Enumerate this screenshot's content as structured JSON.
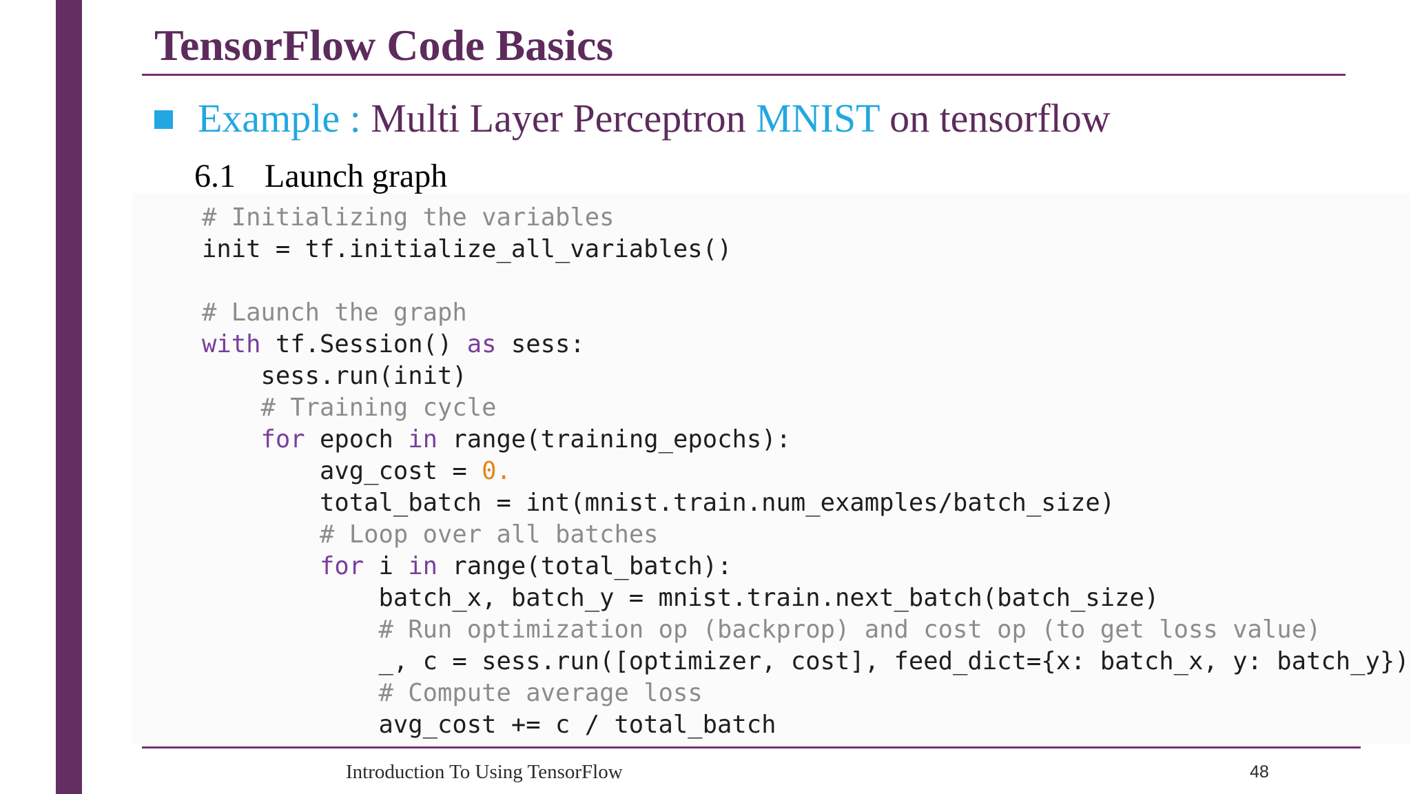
{
  "slide": {
    "title": "TensorFlow Code Basics",
    "bullet": {
      "prefix": "Example :",
      "text_1": " Multi Layer Perceptron ",
      "highlight": "MNIST",
      "text_2": " on tensorflow"
    },
    "section_number": "6.1",
    "section_title": "Launch graph",
    "footer_text": "Introduction To Using TensorFlow",
    "page_number": "48"
  },
  "code_lines": [
    [
      {
        "t": "# Initializing the variables",
        "c": "cm"
      }
    ],
    [
      {
        "t": "init = tf.initialize_all_variables()",
        "c": "tx"
      }
    ],
    [],
    [
      {
        "t": "# Launch the graph",
        "c": "cm"
      }
    ],
    [
      {
        "t": "with",
        "c": "kw"
      },
      {
        "t": " tf.Session() ",
        "c": "tx"
      },
      {
        "t": "as",
        "c": "kw"
      },
      {
        "t": " sess:",
        "c": "tx"
      }
    ],
    [
      {
        "t": "    sess.run(init)",
        "c": "tx"
      }
    ],
    [
      {
        "t": "    ",
        "c": "tx"
      },
      {
        "t": "# Training cycle",
        "c": "cm"
      }
    ],
    [
      {
        "t": "    ",
        "c": "tx"
      },
      {
        "t": "for",
        "c": "kw"
      },
      {
        "t": " epoch ",
        "c": "tx"
      },
      {
        "t": "in",
        "c": "kw"
      },
      {
        "t": " range(training_epochs):",
        "c": "tx"
      }
    ],
    [
      {
        "t": "        avg_cost = ",
        "c": "tx"
      },
      {
        "t": "0.",
        "c": "num"
      }
    ],
    [
      {
        "t": "        total_batch = int(mnist.train.num_examples/batch_size)",
        "c": "tx"
      }
    ],
    [
      {
        "t": "        ",
        "c": "tx"
      },
      {
        "t": "# Loop over all batches",
        "c": "cm"
      }
    ],
    [
      {
        "t": "        ",
        "c": "tx"
      },
      {
        "t": "for",
        "c": "kw"
      },
      {
        "t": " i ",
        "c": "tx"
      },
      {
        "t": "in",
        "c": "kw"
      },
      {
        "t": " range(total_batch):",
        "c": "tx"
      }
    ],
    [
      {
        "t": "            batch_x, batch_y = mnist.train.next_batch(batch_size)",
        "c": "tx"
      }
    ],
    [
      {
        "t": "            ",
        "c": "tx"
      },
      {
        "t": "# Run optimization op (backprop) and cost op (to get loss value)",
        "c": "cm"
      }
    ],
    [
      {
        "t": "            _, c = sess.run([optimizer, cost], feed_dict={x: batch_x, y: batch_y})",
        "c": "tx"
      }
    ],
    [
      {
        "t": "            ",
        "c": "tx"
      },
      {
        "t": "# Compute average loss",
        "c": "cm"
      }
    ],
    [
      {
        "t": "            avg_cost += c / total_batch",
        "c": "tx"
      }
    ]
  ],
  "colors": {
    "accent_purple": "#632e62",
    "title_purple": "#5d2b5c",
    "highlight_blue": "#22a7e0",
    "comment_gray": "#8c8c8c",
    "keyword_purple": "#7a3e9d",
    "number_orange": "#e0871a"
  }
}
